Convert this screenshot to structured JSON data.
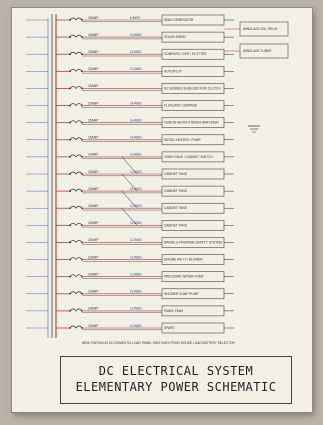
{
  "title": {
    "line1": "DC ELECTRICAL SYSTEM",
    "line2": "ELEMENTARY POWER SCHEMATIC"
  },
  "breakers": [
    {
      "rating": "30AMP",
      "label": "WIND GENERATOR",
      "wire": "6 AWG"
    },
    {
      "rating": "20AMP",
      "label": "SOLAR ARRAY",
      "wire": "10 AWG"
    },
    {
      "rating": "20AMP",
      "label": "COMPASS / GPS / PLOTTER",
      "wire": "12 AWG"
    },
    {
      "rating": "20AMP",
      "label": "AUTOPILOT",
      "wire": "12 AWG"
    },
    {
      "rating": "15AMP",
      "label": "DC BUSSES SHIELDED FOR CLUTCH",
      "wire": ""
    },
    {
      "rating": "20AMP",
      "label": "FLUXGATE COMPASS",
      "wire": "14 AWG"
    },
    {
      "rating": "15AMP",
      "label": "FUSION AM-FM STEREO AMPLIFIER",
      "wire": "14 AWG"
    },
    {
      "rating": "15AMP",
      "label": "DIESEL HEATER / PUMP",
      "wire": "14 AWG"
    },
    {
      "rating": "20AMP",
      "label": "CABIN FANS / CABINET SWITCH",
      "wire": "12 AWG"
    },
    {
      "rating": "20AMP",
      "label": "CABINET FANS",
      "wire": "12 AWG"
    },
    {
      "rating": "20AMP",
      "label": "CABINET FANS",
      "wire": "12 AWG"
    },
    {
      "rating": "20AMP",
      "label": "CABINET FANS",
      "wire": "12 AWG"
    },
    {
      "rating": "20AMP",
      "label": "CABINET FANS",
      "wire": "12 AWG"
    },
    {
      "rating": "20AMP",
      "label": "RANGE & PROPANE SAFETY SYSTEM",
      "wire": "12 AWG"
    },
    {
      "rating": "20AMP",
      "label": "ENGINE RM LT / BLOWER",
      "wire": "12 AWG"
    },
    {
      "rating": "20AMP",
      "label": "PRESSURE WATER PUMP",
      "wire": "12 AWG"
    },
    {
      "rating": "20AMP",
      "label": "SHOWER SUMP PUMP",
      "wire": "12 AWG"
    },
    {
      "rating": "20AMP",
      "label": "PANEL FANS",
      "wire": "12 AWG"
    },
    {
      "rating": "20AMP",
      "label": "SPARE",
      "wire": "12 AWG"
    }
  ],
  "right_boxes": [
    {
      "label": "WINDLASS SOL RELAY"
    },
    {
      "label": "WINDLASS TUNER"
    }
  ],
  "bottom_note": "NEW STATION #2 DC DOMESTIC LOAD PANEL SWITCHES FROM HOUSE LOAD BATTERY SELECTOR",
  "colors": {
    "wire_red": "#c0392b",
    "wire_blue": "#2c4ea3",
    "wire_black": "#2b2b2b",
    "paper": "#f1efe6",
    "background": "#b7b3a6"
  }
}
